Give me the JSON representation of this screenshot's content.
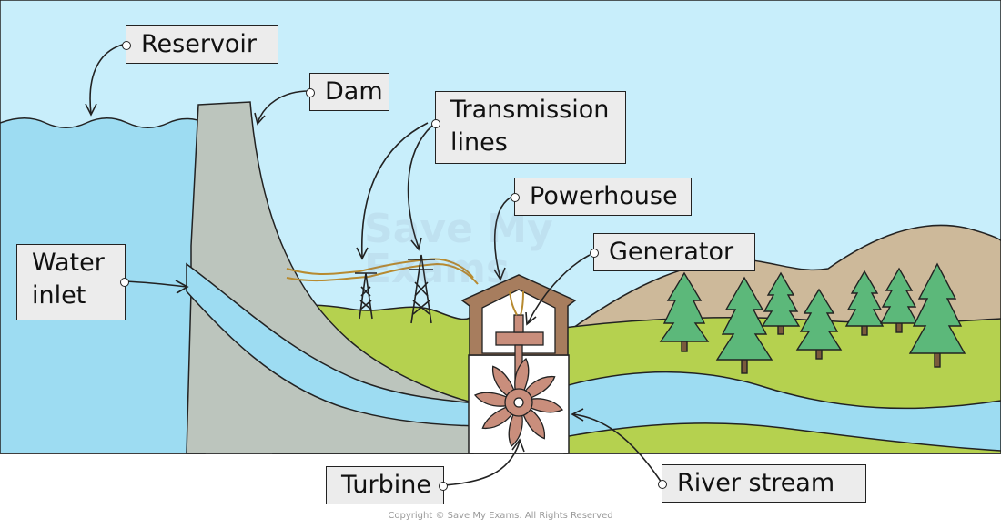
{
  "labels": {
    "reservoir": "Reservoir",
    "dam": "Dam",
    "transmission_lines_1": "Transmission",
    "transmission_lines_2": "lines",
    "powerhouse": "Powerhouse",
    "generator": "Generator",
    "water_inlet_1": "Water",
    "water_inlet_2": "inlet",
    "turbine": "Turbine",
    "river_stream": "River stream"
  },
  "watermark": {
    "line1": "Save My",
    "line2": "Exams"
  },
  "copyright": "Copyright © Save My Exams. All Rights Reserved",
  "colors": {
    "sky": "#c8eefb",
    "water": "#9ddcf2",
    "dam": "#bcc5bd",
    "grass": "#b5d14f",
    "mountain": "#cdb99a",
    "tree": "#5cb87a",
    "trunk": "#7a5a3c",
    "house": "#a77d5e",
    "turbine": "#c98e7c"
  }
}
